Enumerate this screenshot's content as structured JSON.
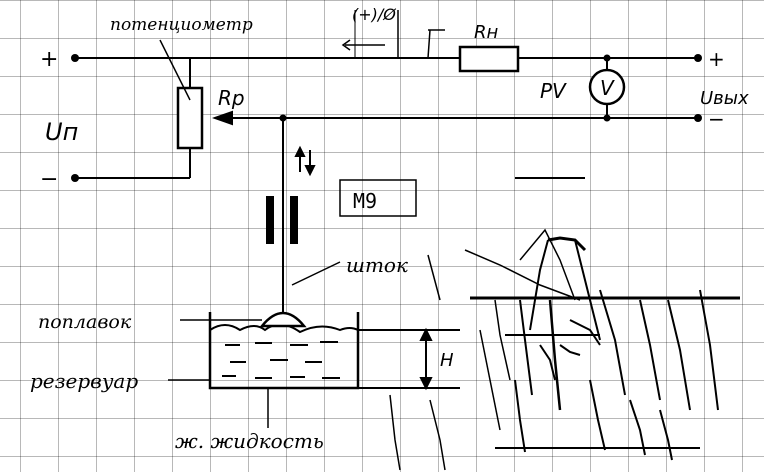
{
  "labels": {
    "potentiometer": "потенциометр",
    "rp": "Rp",
    "rn": "Rн",
    "pv": "PV",
    "v": "V",
    "un": "Uп",
    "uout": "Uвых",
    "shtok": "шток",
    "poplavok": "поплавок",
    "rezervuar": "резервуар",
    "zhidkost": "ж. жидкость",
    "level": "H",
    "box": "М9",
    "top_note": "(+)/Ø",
    "plus_left": "+",
    "minus_left": "−",
    "plus_right": "+",
    "minus_right": "−",
    "arrows": "↑↓"
  },
  "colors": {
    "ink": "#000000",
    "grid": "#7a7a7a",
    "paper": "#ffffff"
  }
}
